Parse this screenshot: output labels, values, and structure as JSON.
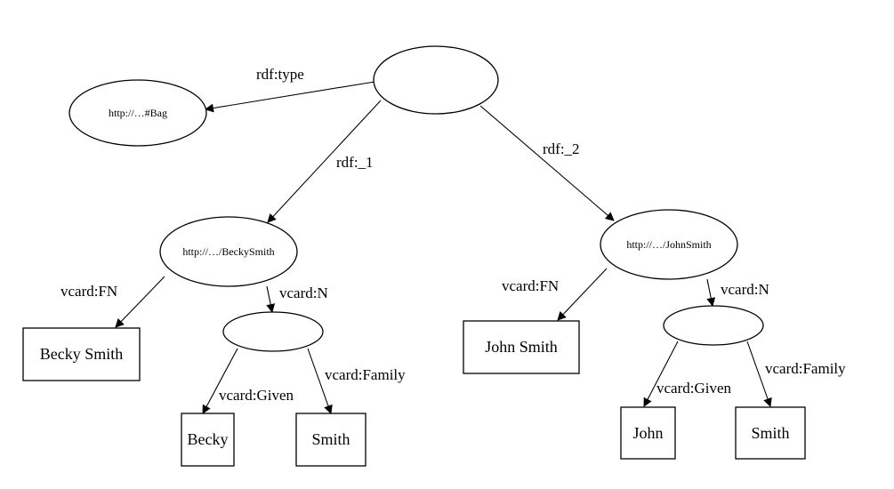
{
  "nodes": {
    "bag_node": "",
    "bag_type": "http://…#Bag",
    "becky_uri": "http://…/BeckySmith",
    "john_uri": "http://…/JohnSmith",
    "becky_name_node": "",
    "john_name_node": "",
    "becky_fn": "Becky Smith",
    "john_fn": "John Smith",
    "becky_given": "Becky",
    "becky_family": "Smith",
    "john_given": "John",
    "john_family": "Smith"
  },
  "edges": {
    "rdf_type": "rdf:type",
    "rdf_1": "rdf:_1",
    "rdf_2": "rdf:_2",
    "becky_fn": "vcard:FN",
    "becky_n": "vcard:N",
    "becky_given": "vcard:Given",
    "becky_family": "vcard:Family",
    "john_fn": "vcard:FN",
    "john_n": "vcard:N",
    "john_given": "vcard:Given",
    "john_family": "vcard:Family"
  },
  "colors": {
    "stroke": "#000000",
    "background": "#ffffff"
  }
}
